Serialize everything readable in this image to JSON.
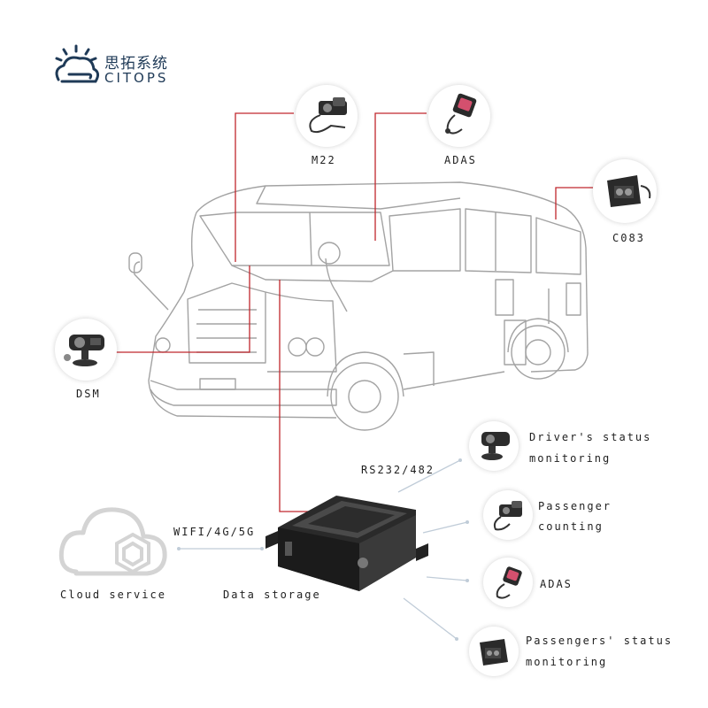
{
  "brand": {
    "name_cn": "思拓系统",
    "name_en": "CITOPS"
  },
  "devices_on_bus": {
    "m22": "M22",
    "adas_top": "ADAS",
    "c083": "C083",
    "dsm": "DSM"
  },
  "connections": {
    "rs232": "RS232/482",
    "wifi": "WIFI/4G/5G"
  },
  "nodes": {
    "cloud": "Cloud service",
    "storage": "Data storage"
  },
  "functions": {
    "driver_status_1": "Driver's status",
    "driver_status_2": "monitoring",
    "passenger_counting_1": "Passenger",
    "passenger_counting_2": "counting",
    "adas": "ADAS",
    "passengers_status_1": "Passengers' status",
    "passengers_status_2": "monitoring"
  },
  "colors": {
    "callout_line": "#c0272d",
    "brand": "#1f3a57",
    "bus_outline": "#9a9a9a",
    "link_line": "#b8c4d0"
  }
}
